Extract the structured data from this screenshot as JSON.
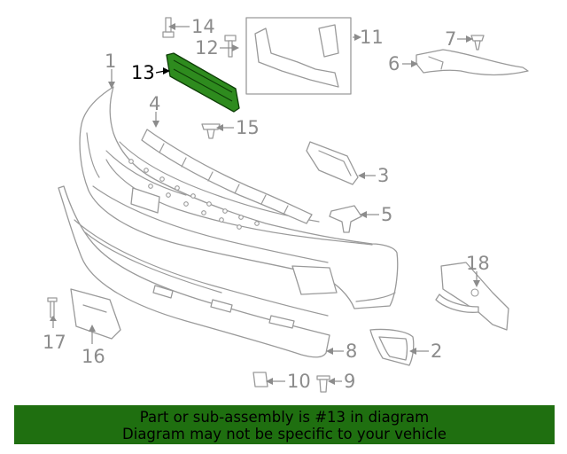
{
  "diagram": {
    "highlighted_part": "13",
    "callouts": {
      "c1": "1",
      "c2": "2",
      "c3": "3",
      "c4": "4",
      "c5": "5",
      "c6": "6",
      "c7": "7",
      "c8": "8",
      "c9": "9",
      "c10": "10",
      "c11": "11",
      "c12": "12",
      "c13": "13",
      "c14": "14",
      "c15": "15",
      "c16": "16",
      "c17": "17",
      "c18": "18"
    },
    "colors": {
      "highlight": "#2e8b1e",
      "line": "#9a9a9a",
      "banner": "#1f6f10"
    }
  },
  "banner": {
    "line1": "Part or sub-assembly is #13 in diagram",
    "line2": "Diagram may not be specific to your vehicle"
  }
}
